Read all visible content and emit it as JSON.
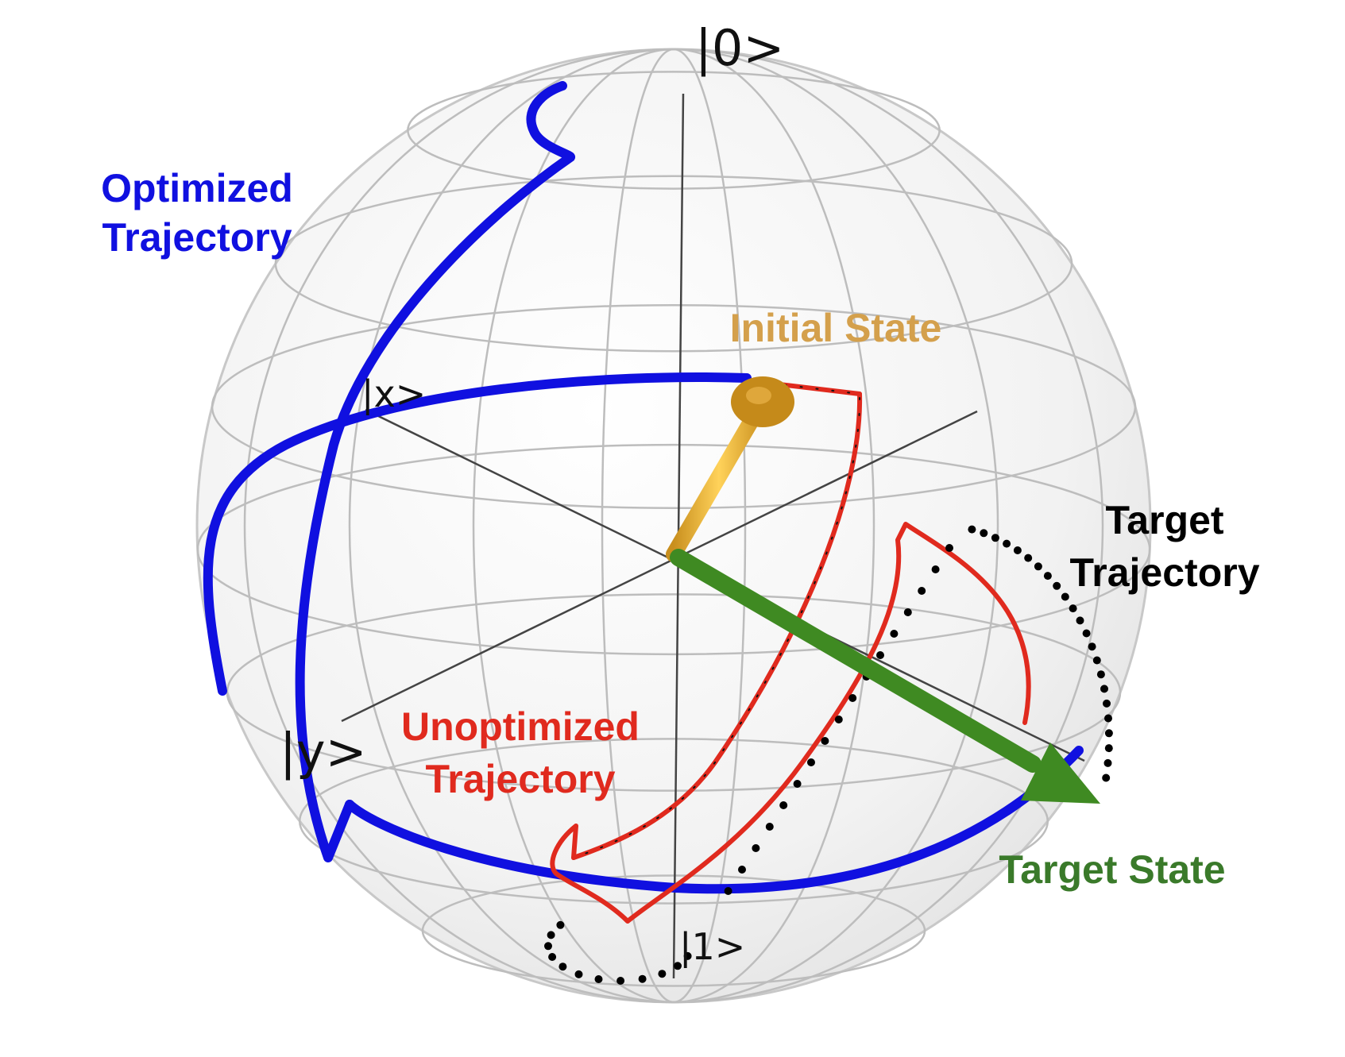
{
  "axes": {
    "zero": "|0>",
    "one": "|1>",
    "x": "|x>",
    "y": "|y>"
  },
  "labels": {
    "optimized": [
      "Optimized",
      "Trajectory"
    ],
    "unoptimized": [
      "Unoptimized",
      "Trajectory"
    ],
    "target_traj": [
      "Target",
      "Trajectory"
    ],
    "initial_state": "Initial State",
    "target_state": "Target State"
  },
  "colors": {
    "optimized": "#1010e0",
    "unoptimized": "#e02a1e",
    "target_traj": "#000000",
    "initial_state": "#d4a04c",
    "initial_vector": "#f0b73a",
    "target_state": "#3a7a2a",
    "target_vector": "#3f8a22"
  }
}
